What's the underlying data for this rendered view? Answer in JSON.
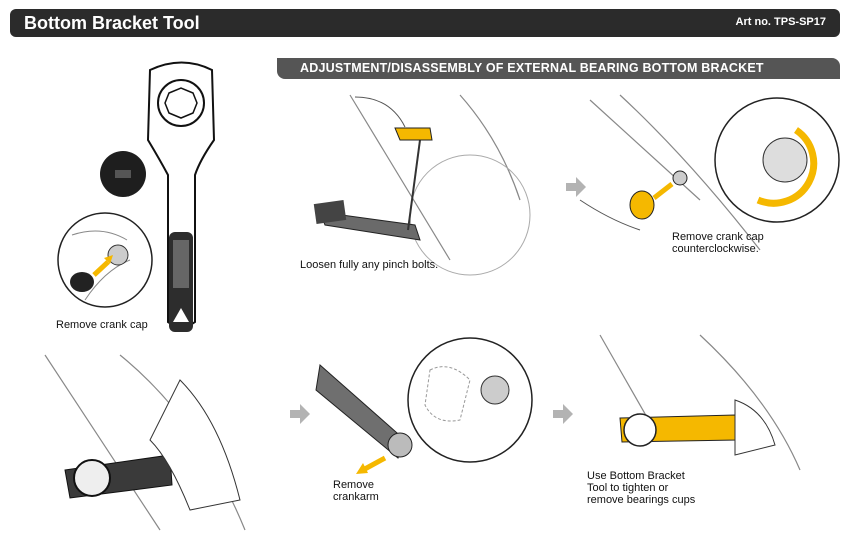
{
  "header": {
    "title": "Bottom Bracket Tool",
    "art_no": "Art no. TPS-SP17"
  },
  "section": {
    "title": "ADJUSTMENT/DISASSEMBLY OF EXTERNAL BEARING BOTTOM BRACKET"
  },
  "steps": {
    "remove_crank_cap": "Remove crank cap",
    "loosen": "Loosen fully any pinch bolts.",
    "cap_line1": "Remove crank cap",
    "cap_line2": "counterclockwise.",
    "crankarm_line1": "Remove",
    "crankarm_line2": "crankarm",
    "use_line1": "Use Bottom Bracket",
    "use_line2": "Tool to tighten or",
    "use_line3": "remove bearings cups"
  },
  "colors": {
    "accent": "#f5b800",
    "dark": "#2b2b2b",
    "band": "#555555",
    "arrow": "#b3b3b3"
  }
}
